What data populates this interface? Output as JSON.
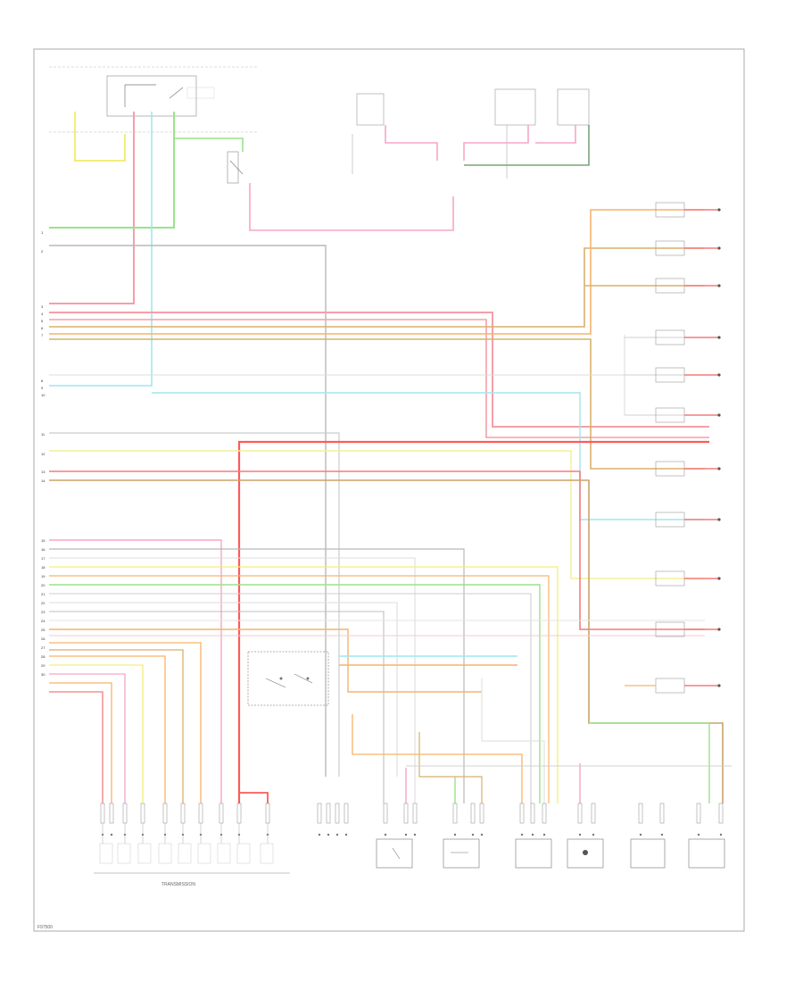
{
  "page_id": "F97500",
  "wire_colors": {
    "red": "#f4a0a8",
    "bright_red": "#ff3b3b",
    "pink": "#f5a6c8",
    "yellow": "#f2ee7a",
    "lt_green": "#9be28a",
    "green": "#6fd16f",
    "lt_blue": "#9fe7ef",
    "orange": "#f6b46a",
    "tan": "#d8b06a",
    "gray": "#b8b8b8",
    "black": "#555555",
    "dk_green": "#7aa47a",
    "brown": "#a98b5a",
    "white": "#dcdcdc"
  },
  "pin_numbers": [
    "1",
    "2",
    "3",
    "4",
    "5",
    "6",
    "7",
    "8",
    "9",
    "10",
    "11",
    "12",
    "13",
    "14",
    "15",
    "16",
    "17",
    "18",
    "19",
    "20",
    "21",
    "22",
    "23",
    "24",
    "25",
    "26",
    "27",
    "28",
    "29",
    "30"
  ],
  "bottom_components": [
    {
      "name": "module",
      "label": "TRANSMISSION"
    },
    {
      "name": "sensor-1",
      "label": ""
    },
    {
      "name": "sensor-2",
      "label": ""
    },
    {
      "name": "sensor-3",
      "label": ""
    },
    {
      "name": "sensor-4",
      "label": ""
    },
    {
      "name": "sensor-5",
      "label": ""
    },
    {
      "name": "sensor-6",
      "label": ""
    },
    {
      "name": "sensor-7",
      "label": ""
    }
  ]
}
